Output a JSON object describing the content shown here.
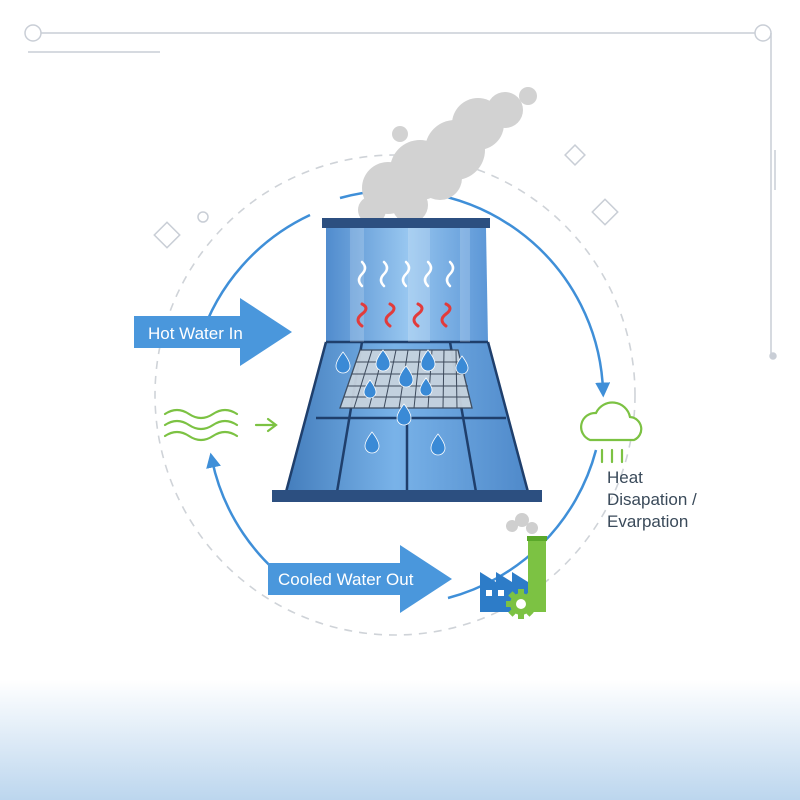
{
  "labels": {
    "hot_water_in": "Hot Water In",
    "cooled_water_out": "Cooled Water Out",
    "heat_line1": "Heat",
    "heat_line2": "Disapation /",
    "heat_line3": "Evarpation"
  },
  "colors": {
    "accent_blue": "#3f8fd8",
    "tower_blue": "#4a90d9",
    "tower_dark": "#2a4a7a",
    "heat_red": "#e23b3b",
    "green": "#7cc243",
    "steam_gray": "#d0d0d0"
  },
  "icons": [
    "steam-cloud-icon",
    "heat-wave-icon",
    "water-drop-icon",
    "cloud-rain-icon",
    "factory-icon",
    "gear-icon"
  ]
}
